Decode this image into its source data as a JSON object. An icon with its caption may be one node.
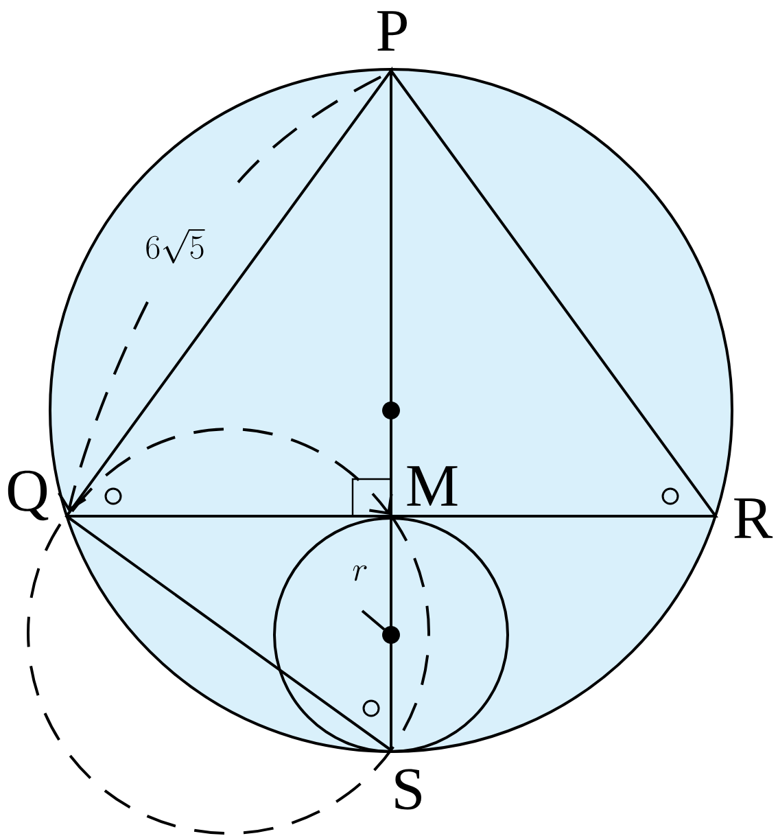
{
  "diagram": {
    "labels": [
      "P",
      "Q",
      "R",
      "M",
      "S",
      "6\\sqrt{5}",
      "r"
    ]
  }
}
